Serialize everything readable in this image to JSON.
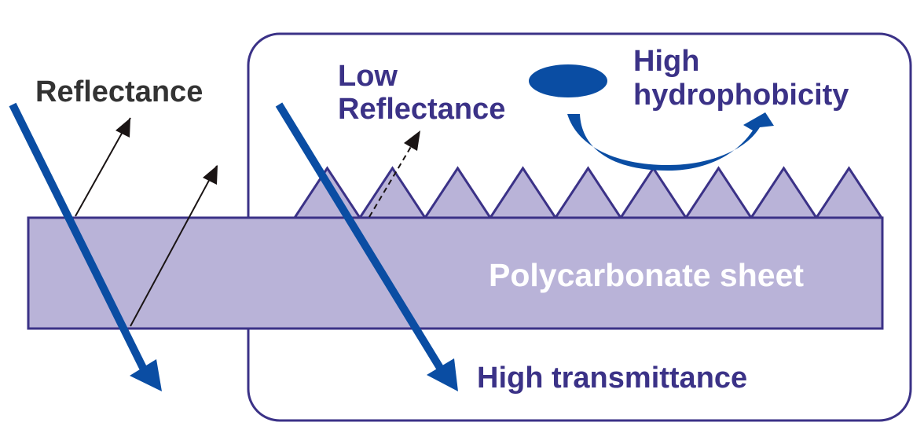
{
  "labels": {
    "reflectance": "Reflectance",
    "low_reflectance_line1": "Low",
    "low_reflectance_line2": "Reflectance",
    "high_hydro_line1": "High",
    "high_hydro_line2": "hydrophobicity",
    "polycarbonate": "Polycarbonate sheet",
    "high_transmittance": "High transmittance"
  },
  "colors": {
    "beam_blue": "#0a4da3",
    "frame_navy": "#3b3287",
    "sheet_fill": "#b9b3d8",
    "text_dark": "#333333",
    "text_navy": "#3b3287",
    "arrow_black": "#1a1414"
  },
  "icons": {
    "water_droplet": "water-droplet-icon"
  }
}
